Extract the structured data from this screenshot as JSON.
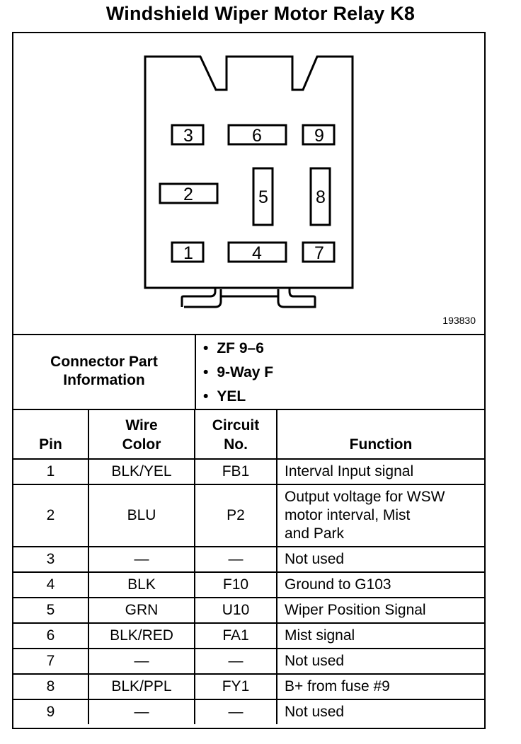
{
  "title": "Windshield Wiper Motor Relay K8",
  "figure_number": "193830",
  "connector_pins": [
    "1",
    "2",
    "3",
    "4",
    "5",
    "6",
    "7",
    "8",
    "9"
  ],
  "connector_info": {
    "label_line1": "Connector Part",
    "label_line2": "Information",
    "items": [
      "ZF 9–6",
      "9-Way F",
      "YEL"
    ]
  },
  "table": {
    "headers": {
      "pin": "Pin",
      "wire_color_1": "Wire",
      "wire_color_2": "Color",
      "circuit_1": "Circuit",
      "circuit_2": "No.",
      "function": "Function"
    },
    "rows": [
      {
        "pin": "1",
        "wire": "BLK/YEL",
        "circuit": "FB1",
        "function": [
          "Interval Input signal"
        ]
      },
      {
        "pin": "2",
        "wire": "BLU",
        "circuit": "P2",
        "function": [
          "Output voltage for WSW",
          "motor interval, Mist",
          "and Park"
        ]
      },
      {
        "pin": "3",
        "wire": "—",
        "circuit": "—",
        "function": [
          "Not used"
        ]
      },
      {
        "pin": "4",
        "wire": "BLK",
        "circuit": "F10",
        "function": [
          "Ground to G103"
        ]
      },
      {
        "pin": "5",
        "wire": "GRN",
        "circuit": "U10",
        "function": [
          "Wiper Position Signal"
        ]
      },
      {
        "pin": "6",
        "wire": "BLK/RED",
        "circuit": "FA1",
        "function": [
          "Mist signal"
        ]
      },
      {
        "pin": "7",
        "wire": "—",
        "circuit": "—",
        "function": [
          "Not used"
        ]
      },
      {
        "pin": "8",
        "wire": "BLK/PPL",
        "circuit": "FY1",
        "function": [
          "B+ from fuse #9"
        ]
      },
      {
        "pin": "9",
        "wire": "—",
        "circuit": "—",
        "function": [
          "Not used"
        ]
      }
    ]
  }
}
